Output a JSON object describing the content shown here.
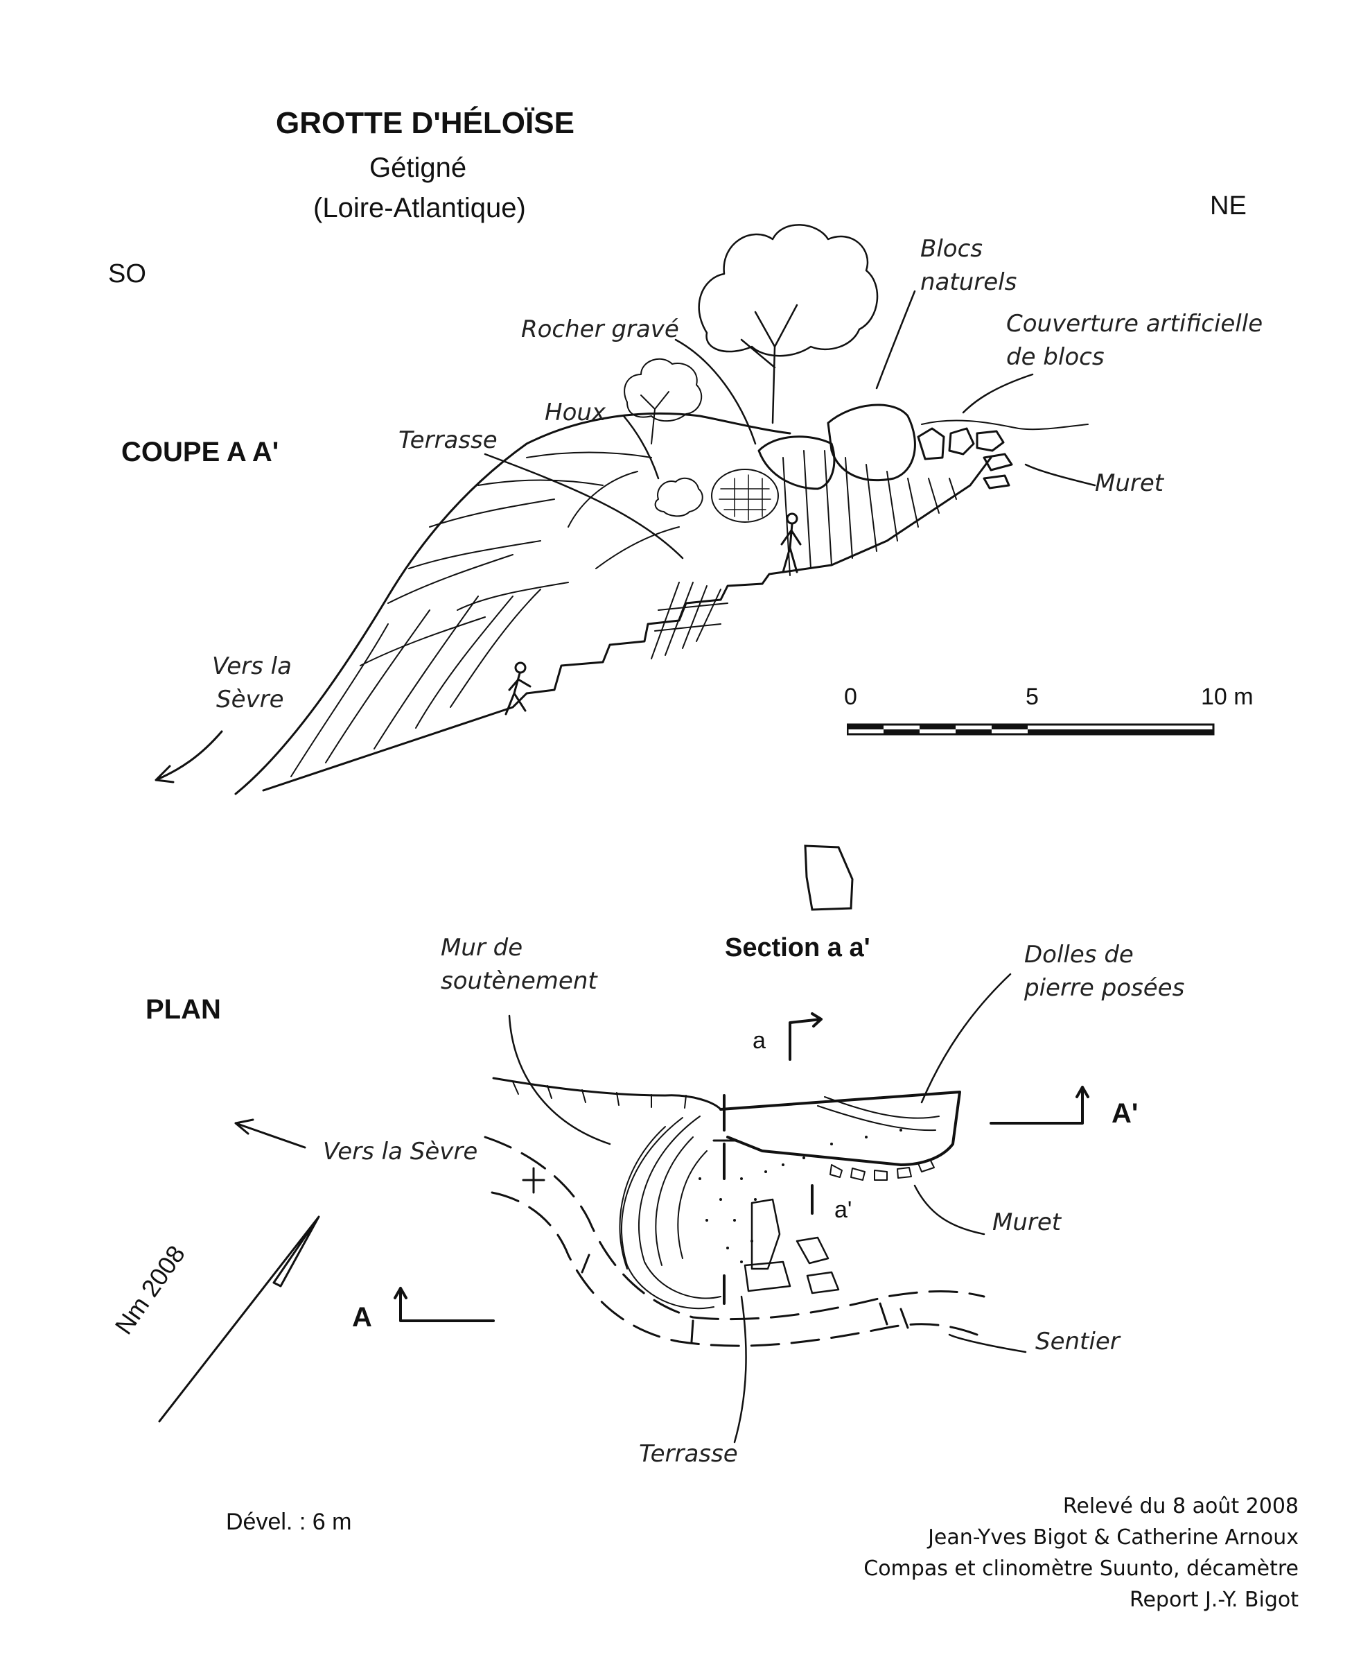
{
  "header": {
    "title": "GROTTE D'HÉLOÏSE",
    "commune": "Gétigné",
    "department": "(Loire-Atlantique)"
  },
  "orientation": {
    "left": "SO",
    "right": "NE"
  },
  "coupe": {
    "heading": "COUPE  A A'",
    "labels": {
      "terrasse": "Terrasse",
      "houx": "Houx",
      "rocher_grave": "Rocher gravé",
      "blocs_naturels_1": "Blocs",
      "blocs_naturels_2": "naturels",
      "couverture_1": "Couverture artificielle",
      "couverture_2": "de blocs",
      "muret": "Muret",
      "vers_sevre_1": "Vers la",
      "vers_sevre_2": "Sèvre"
    }
  },
  "scale_bar": {
    "ticks": [
      "0",
      "5",
      "10 m"
    ]
  },
  "section": {
    "heading": "Section  a a'"
  },
  "plan": {
    "heading": "PLAN",
    "labels": {
      "mur_1": "Mur de",
      "mur_2": "soutènement",
      "dalles_1": "Dolles de",
      "dalles_2": "pierre posées",
      "vers_sevre": "Vers la Sèvre",
      "a_small": "a",
      "a_prime_small": "a'",
      "A": "A",
      "A_prime": "A'",
      "muret": "Muret",
      "sentier": "Sentier",
      "terrasse": "Terrasse",
      "north": "Nm 2008"
    }
  },
  "footer": {
    "devel": "Dével. : 6 m",
    "credits": [
      "Relevé du 8 août 2008",
      "Jean-Yves Bigot & Catherine Arnoux",
      "Compas et clinomètre Suunto, décamètre",
      "Report J.-Y. Bigot"
    ]
  }
}
